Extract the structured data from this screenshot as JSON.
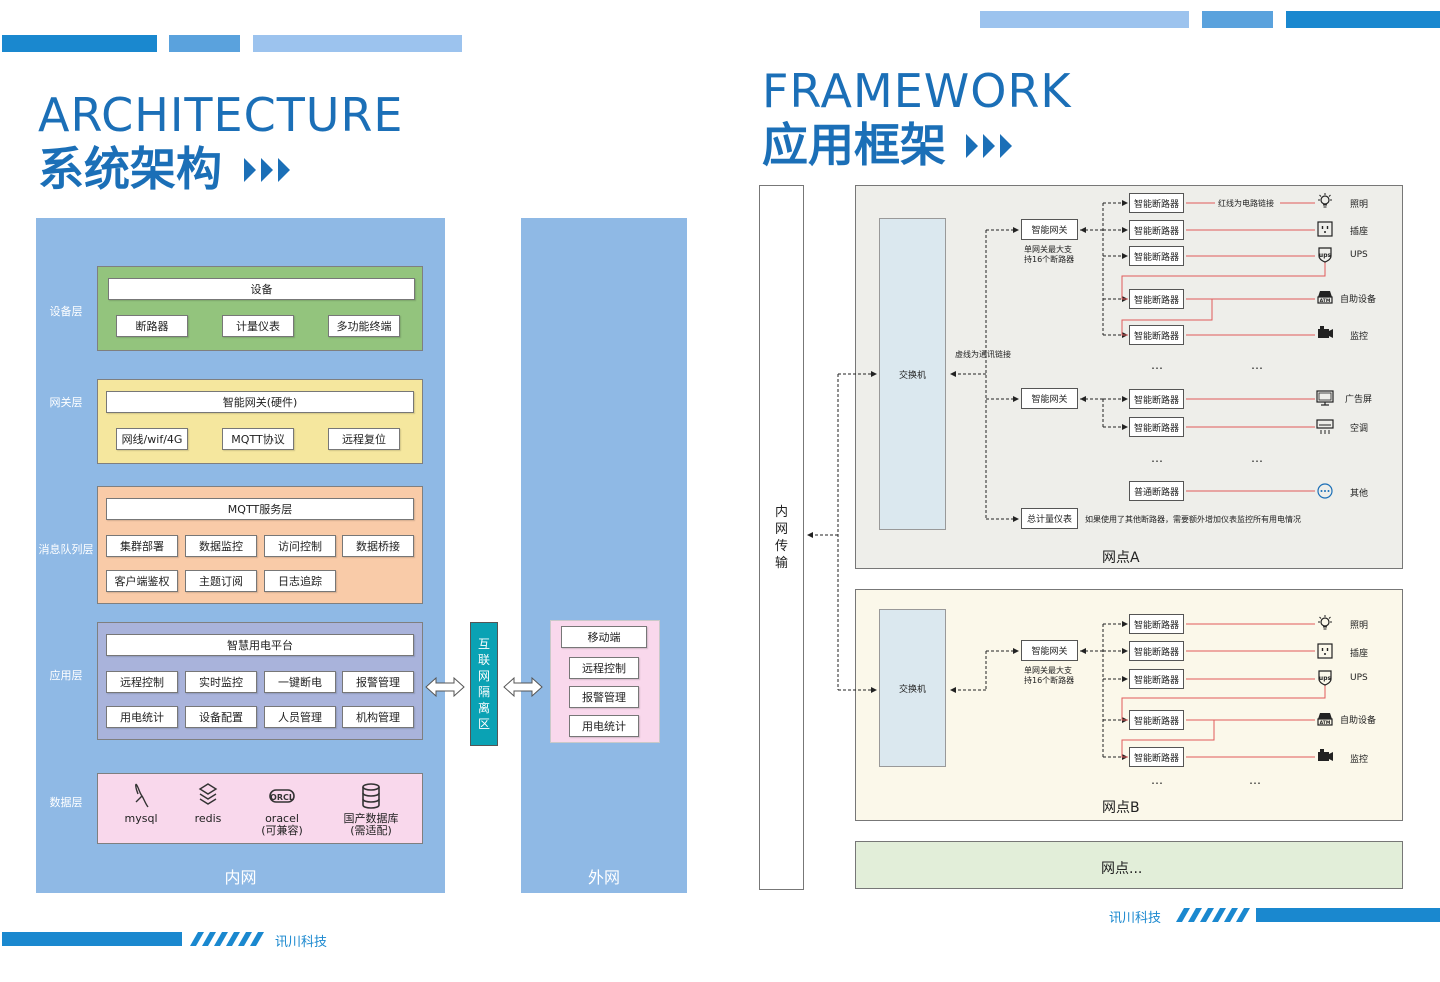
{
  "left": {
    "title_en": "ARCHITECTURE",
    "title_cn": "系统架构",
    "inner_net_label": "内网",
    "outer_net_label": "外网",
    "layers": {
      "device": {
        "label": "设备层",
        "header": "设备",
        "items": [
          "断路器",
          "计量仪表",
          "多功能终端"
        ]
      },
      "gateway": {
        "label": "网关层",
        "header": "智能网关(硬件)",
        "items": [
          "网线/wif/4G",
          "MQTT协议",
          "远程复位"
        ]
      },
      "mq": {
        "label": "消息队列层",
        "header": "MQTT服务层",
        "items": [
          "集群部署",
          "数据监控",
          "访问控制",
          "数据桥接",
          "客户端鉴权",
          "主题订阅",
          "日志追踪"
        ]
      },
      "app": {
        "label": "应用层",
        "header": "智慧用电平台",
        "items": [
          "远程控制",
          "实时监控",
          "一键断电",
          "报警管理",
          "用电统计",
          "设备配置",
          "人员管理",
          "机构管理"
        ]
      },
      "data": {
        "label": "数据层",
        "items": [
          {
            "line1": "mysql",
            "line2": "",
            "icon": "dolphin-icon"
          },
          {
            "line1": "redis",
            "line2": "",
            "icon": "stack-icon"
          },
          {
            "line1": "oracel",
            "line2": "(可兼容)",
            "icon": "oracle-icon"
          },
          {
            "line1": "国产数据库",
            "line2": "(需适配)",
            "icon": "database-icon"
          }
        ]
      }
    },
    "isolation_label": [
      "互",
      "联",
      "网",
      "隔",
      "离",
      "区"
    ],
    "mobile": {
      "header": "移动端",
      "items": [
        "远程控制",
        "报警管理",
        "用电统计"
      ]
    },
    "brand": "讯川科技"
  },
  "right": {
    "title_en": "FRAMEWORK",
    "title_cn": "应用框架",
    "intranet_label": [
      "内",
      "网",
      "传",
      "输"
    ],
    "switch_label": "交换机",
    "gateway_label": "智能网关",
    "breaker_label": "智能断路器",
    "normal_breaker_label": "普通断路器",
    "meter_label": "总计量仪表",
    "gateway_note": [
      "单网关最大支",
      "持16个断路器"
    ],
    "dashed_note": "虚线为通讯链接",
    "red_note": "红线为电路链接",
    "meter_note": "如果使用了其他断路器，需要额外增加仪表监控所有用电情况",
    "ellipsis": "…",
    "site_a": {
      "name": "网点A",
      "devices": [
        "照明",
        "插座",
        "UPS",
        "自助设备",
        "监控",
        "广告屏",
        "空调",
        "其他"
      ]
    },
    "site_b": {
      "name": "网点B",
      "devices": [
        "照明",
        "插座",
        "UPS",
        "自助设备",
        "监控"
      ]
    },
    "site_more": "网点...",
    "brand": "讯川科技"
  },
  "colors": {
    "brand_blue": "#1a88cf",
    "title_blue": "#1b6fb7",
    "panel_blue": "#8fb9e5",
    "device_green": "#93c47d",
    "gateway_yellow": "#f5e79e",
    "mq_orange": "#f9cba8",
    "app_purple": "#a9b3db",
    "data_pink": "#f9d8ec",
    "isolation_teal": "#0aa2b4",
    "site_a_bg": "#eeeeea",
    "site_b_bg": "#fbf8ea",
    "site_more_bg": "#e2eed9",
    "red_link": "#e05a5a"
  }
}
